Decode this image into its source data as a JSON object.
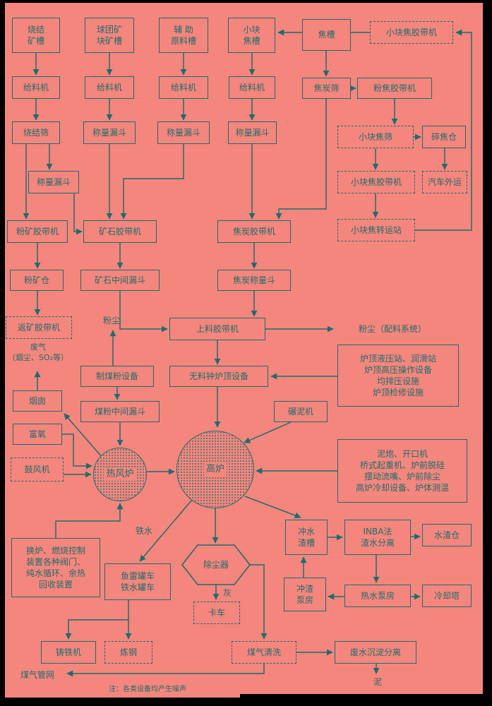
{
  "colors": {
    "background": "#f4867d",
    "line": "#1b6e6e"
  },
  "nodes": {
    "sinter_bin": "烧结\n矿槽",
    "pellet_bin": "球团矿\n块矿槽",
    "aux_bin": "辅 助\n原料槽",
    "small_coke_bin": "小块\n焦槽",
    "coke_bin": "焦槽",
    "small_coke_belt_top": "小块焦胶带机",
    "feeder1": "给料机",
    "feeder2": "给料机",
    "feeder3": "给料机",
    "feeder4": "给料机",
    "coke_screen": "焦炭筛",
    "fine_coke_belt": "粉焦胶带机",
    "sinter_screen": "烧结筛",
    "weigh1": "称量漏斗",
    "weigh2": "称量漏斗",
    "weigh3": "称量漏斗",
    "weigh4": "称量漏斗",
    "small_coke_screen": "小块焦筛",
    "crushed_coke_bin": "碎焦仓",
    "small_coke_belt2": "小块焦胶带机",
    "truck_out": "汽车外运",
    "fine_ore_belt": "粉矿胶带机",
    "ore_belt": "矿石胶带机",
    "coke_belt": "焦炭胶带机",
    "small_coke_transfer": "小块焦转运站",
    "fine_ore_bin": "粉矿仓",
    "ore_hopper": "矿石中间漏斗",
    "coke_weigh": "焦炭称量斗",
    "return_ore_belt": "返矿胶带机",
    "charging_belt": "上料胶带机",
    "coal_equip": "制煤粉设备",
    "bell_less_top": "无料钟炉顶设备",
    "top_facilities": "炉顶液压站、润滑站\n炉顶高压操作设备\n均排压设施\n炉顶检修设施",
    "chimney": "烟囱",
    "coal_hopper": "煤粉中间漏斗",
    "mud_mill": "碾泥机",
    "oxygen": "富氧",
    "blower": "鼓风机",
    "hot_stove": "热风炉",
    "blast_furnace": "高炉",
    "furnace_front": "泥炮、开口机\n桥式起重机、炉前脱硅\n摆动流嘴、炉前除尘\n高炉冷却设备、炉体测温",
    "slag_trough": "冲水\n渣槽",
    "inba": "INBA法\n渣水分离",
    "slag_bin": "水渣仓",
    "stove_control": "换炉、燃烧控制\n装置各种阀门、\n纯水循环、余热\n回收装置",
    "torpedo": "鱼雷罐车\n铁水罐车",
    "deduster": "除尘器",
    "slag_pump": "冲渣\n泵房",
    "truck": "卡车",
    "hot_water_pump": "热水泵房",
    "cooling_tower": "冷却塔",
    "cast_iron": "铸铁机",
    "steelmaking": "炼钢",
    "gas_wash": "煤气清洗",
    "waste_water": "废水沉淀分离"
  },
  "labels": {
    "dust": "粉尘",
    "dust_batching": "粉尘（配料系统）",
    "waste_gas": "废气\n（烟尘、SO₂等）",
    "hot_metal": "铁水",
    "ash": "灰",
    "gas_network": "煤气管网",
    "mud": "泥",
    "note": "注：各类设备均产生噪声"
  }
}
